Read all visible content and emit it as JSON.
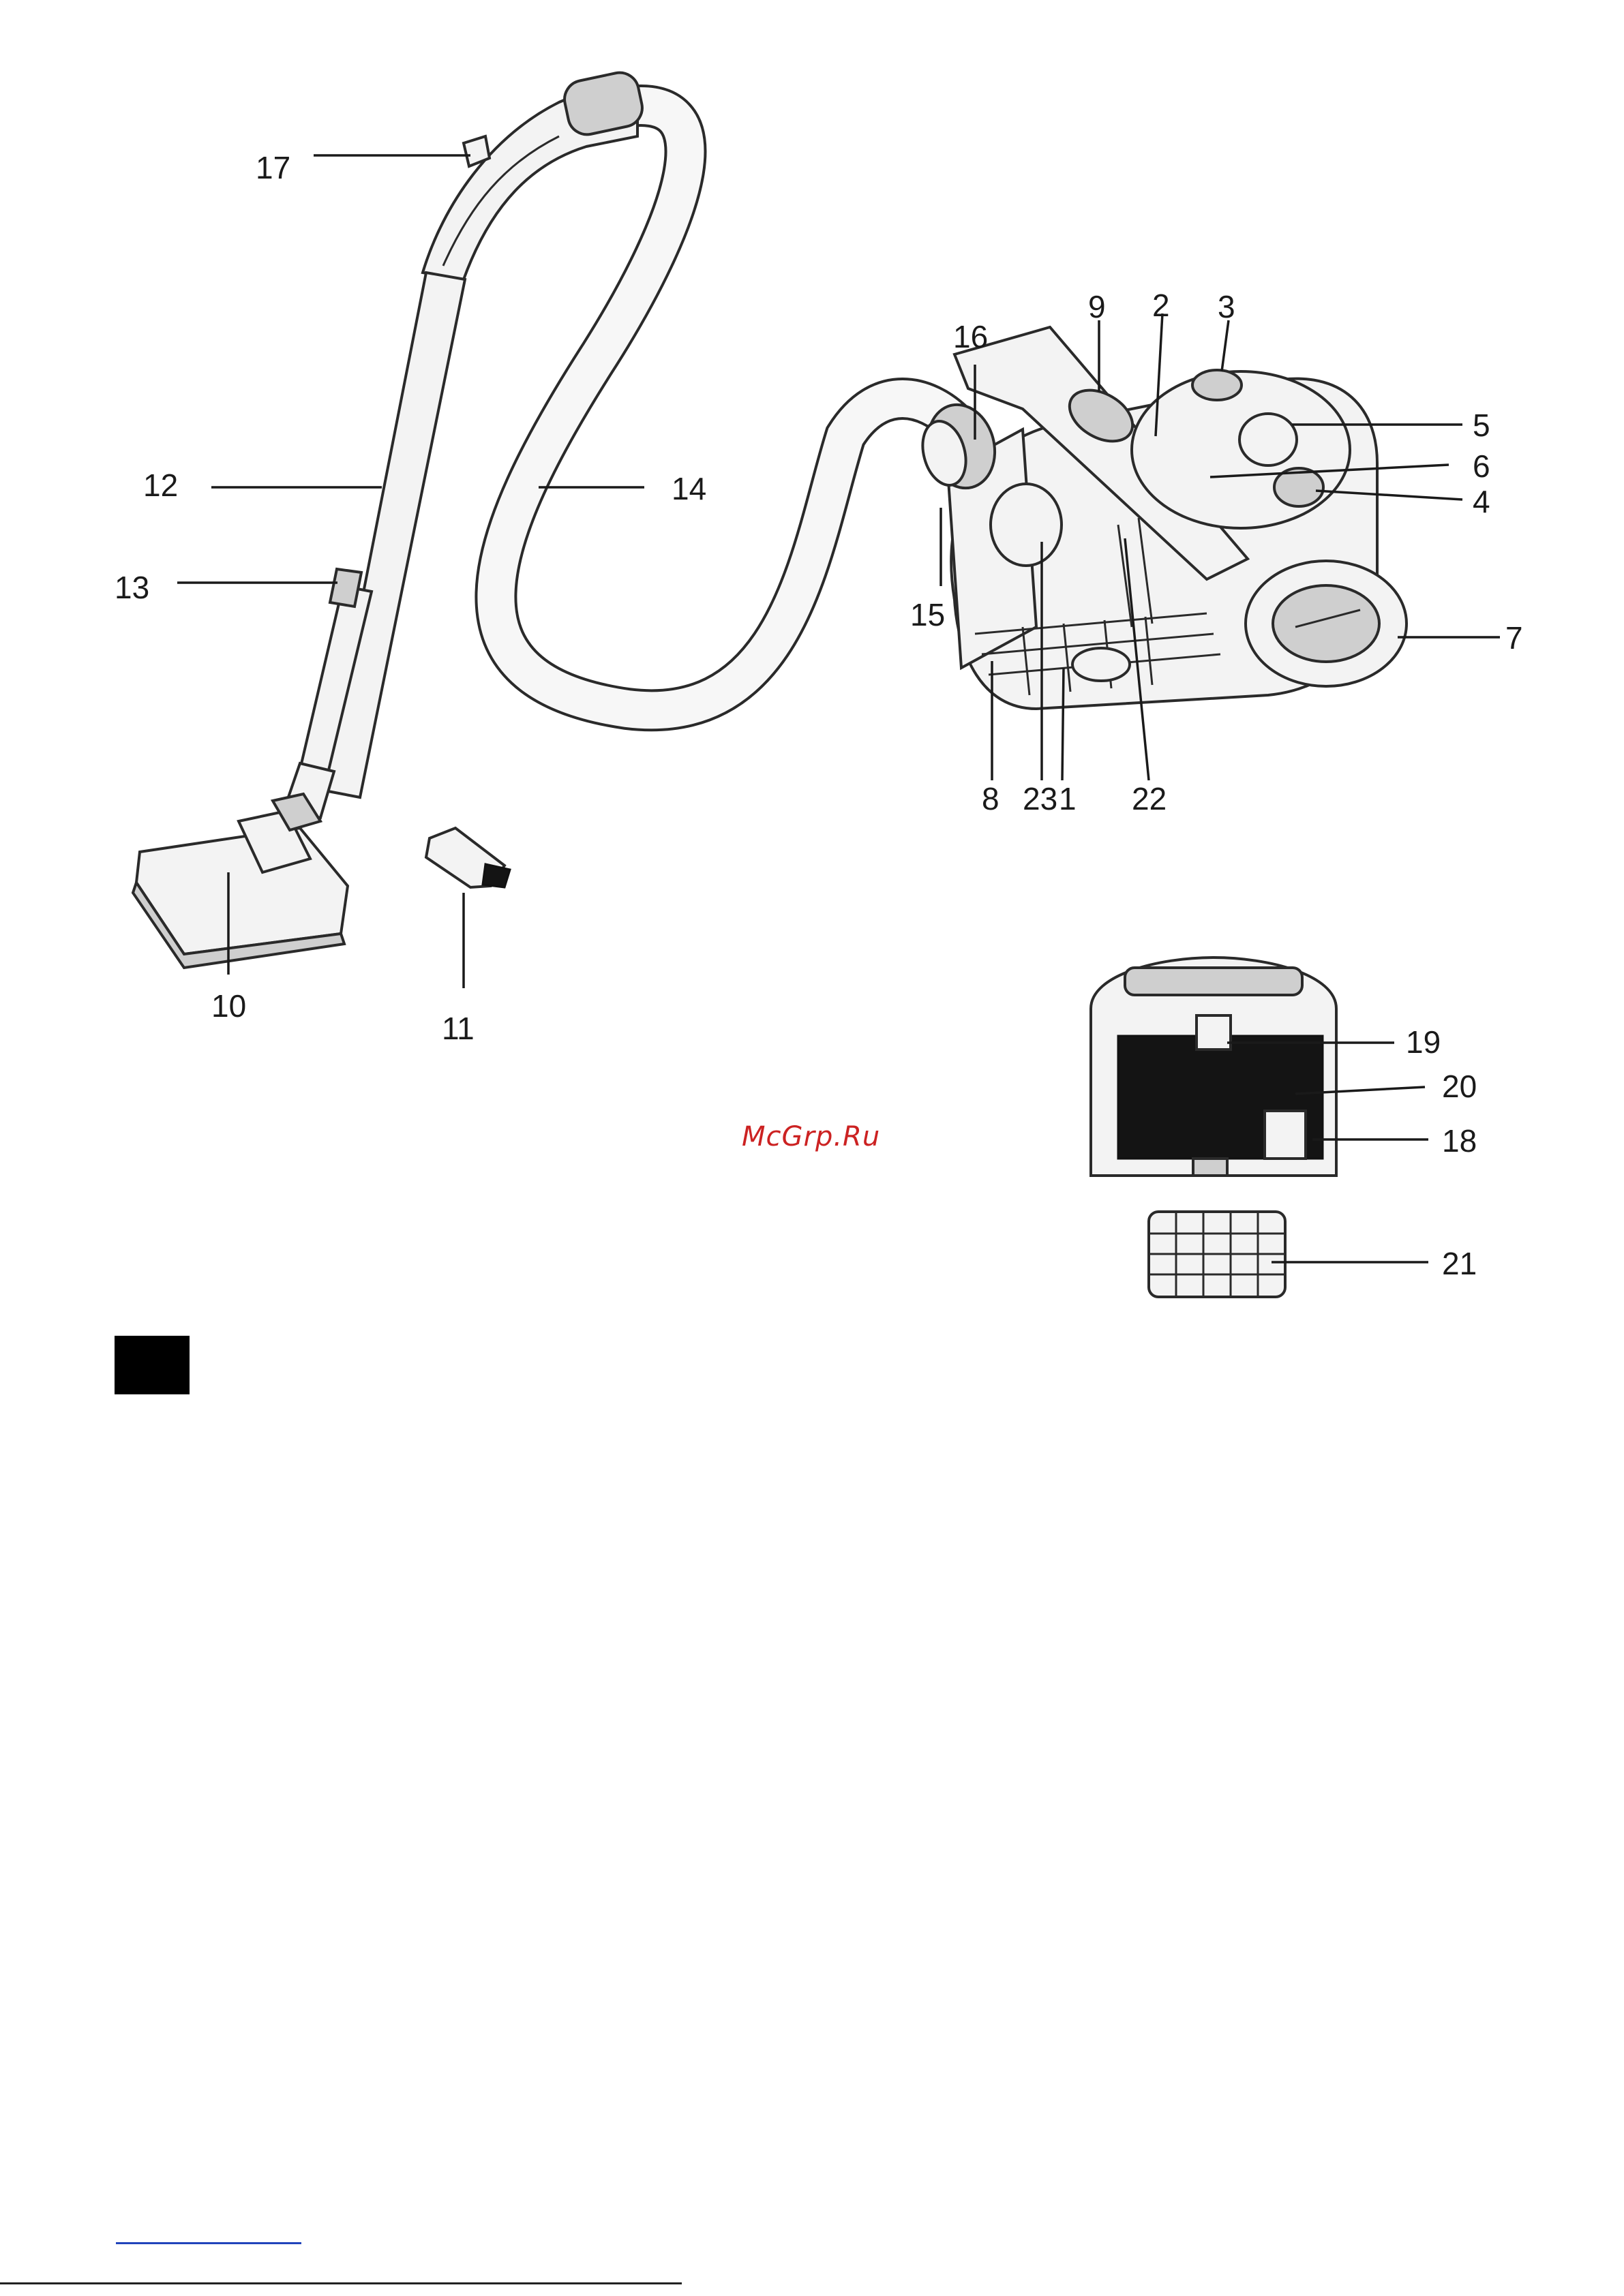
{
  "watermark": "McGrp.Ru",
  "callouts": {
    "c1": "1",
    "c2": "2",
    "c3": "3",
    "c4": "4",
    "c5": "5",
    "c6": "6",
    "c7": "7",
    "c8": "8",
    "c9": "9",
    "c10": "10",
    "c11": "11",
    "c12": "12",
    "c13": "13",
    "c14": "14",
    "c15": "15",
    "c16": "16",
    "c17": "17",
    "c18": "18",
    "c19": "19",
    "c20": "20",
    "c21": "21",
    "c22": "22",
    "c23": "23"
  }
}
